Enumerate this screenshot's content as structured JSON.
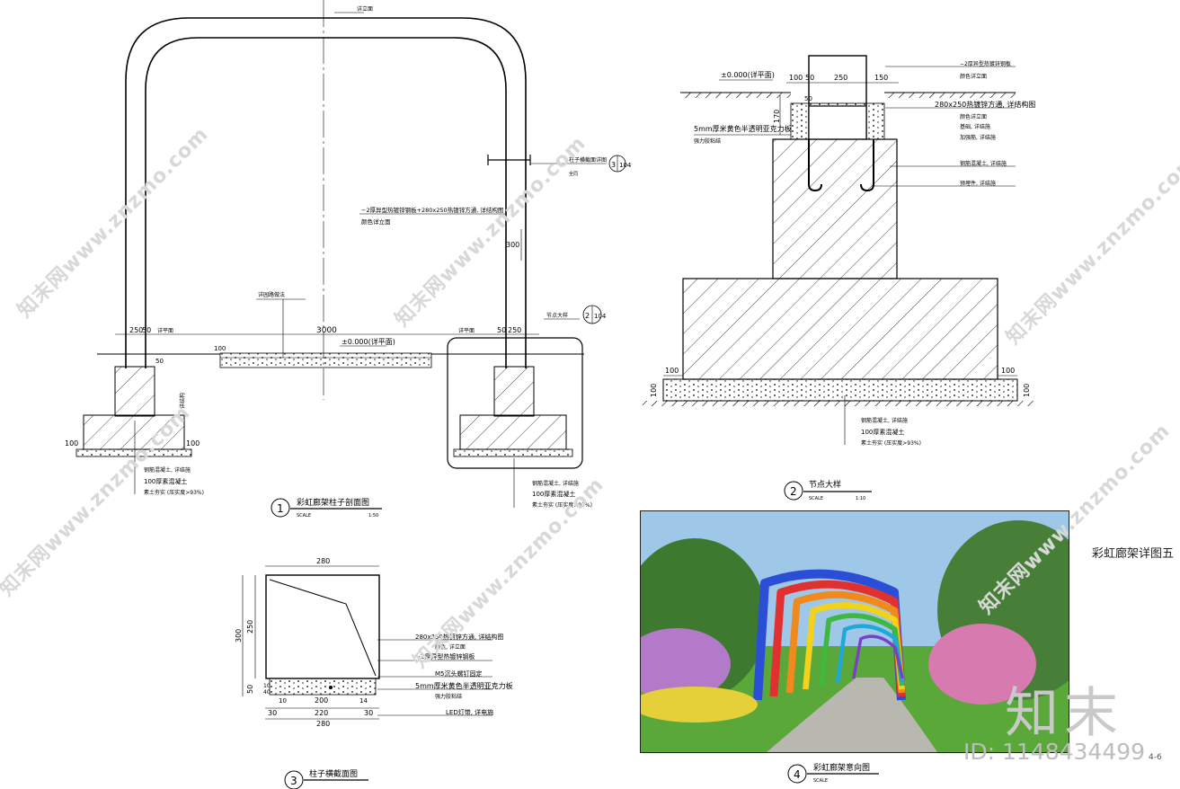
{
  "sheet": {
    "title": "彩虹廊架详图五",
    "logo": "知末",
    "id_text": "ID: 1148434499",
    "sheet_no": "4-6",
    "watermark": "知末网www.znzmo.com"
  },
  "views": {
    "v1": {
      "num": "1",
      "title": "彩虹廊架柱子剖面图",
      "scale_label": "SCALE",
      "scale": "1:50"
    },
    "v2": {
      "num": "2",
      "title": "节点大样",
      "scale_label": "SCALE",
      "scale": "1:10"
    },
    "v3": {
      "num": "3",
      "title": "柱子横截面图"
    },
    "v4": {
      "num": "4",
      "title": "彩虹廊架意向图",
      "scale_label": "SCALE"
    }
  },
  "section1": {
    "top_note": "详立面",
    "section_ref": "柱子横截面详图",
    "section_ref_num": "3",
    "section_ref_sheet": "104",
    "section_ref_sub": "全同",
    "pipe_note_1": "−2厚异型热镀锌钢板+280x250热镀锌方通, 详结构图",
    "pipe_note_2": "颜色详立面",
    "dim_300": "300",
    "paving_note": "详园路做法",
    "node_ref": "节点大样",
    "node_ref_num": "2",
    "node_ref_sheet": "104",
    "dim_left": "250",
    "dim_left_b": "50",
    "ground_l": "详平面",
    "ground_r": "详平面",
    "dim_3000": "3000",
    "level": "±0.000(详平面)",
    "dim_right_a": "50",
    "dim_right_b": "250",
    "dim_100_a": "100",
    "dim_50": "50",
    "vert_note": "详结构",
    "dim_100_b": "100",
    "dim_100_c": "100",
    "notes_left": [
      "钢筋混凝土, 详结施",
      "100厚素混凝土",
      "素土夯实 (压实度>93%)"
    ],
    "notes_right": [
      "钢筋混凝土, 详结施",
      "100厚素混凝土",
      "素土夯实 (压实度>93%)"
    ]
  },
  "node2": {
    "dim_100": "100",
    "dim_50": "50",
    "dim_250": "250",
    "dim_150": "150",
    "dim_50_b": "50",
    "dim_170": "170",
    "level": "±0.000(详平面)",
    "note_plate": "5mm厚米黄色半透明亚克力板",
    "note_plate_b": "强力胶粘结",
    "notes_right": [
      "−2厚异型热镀锌钢板",
      "颜色详立面",
      "280x250热镀锌方通, 详结构图",
      "颜色详立面",
      "基础, 详结施",
      "加强筋, 详结施",
      "钢筋混凝土, 详结施",
      "预埋件, 详结施"
    ],
    "dim_100_l": "100",
    "dim_100_r": "100",
    "dim_100_lv": "100",
    "dim_100_rv": "100",
    "notes_bottom": [
      "钢筋混凝土, 详结施",
      "100厚素混凝土",
      "素土夯实 (压实度>93%)"
    ]
  },
  "cross3": {
    "dim_top": "280",
    "dim_300": "300",
    "dim_250": "250",
    "dim_50": "50",
    "dim_10a": "10",
    "dim_40": "40",
    "dim_200": "200",
    "dim_10": "10",
    "dim_14": "14",
    "dim_30a": "30",
    "dim_220": "220",
    "dim_30b": "30",
    "dim_bottom": "280",
    "notes": [
      "280x250热镀锌方通, 详结构图",
      "颜色, 详立面",
      "−2厚异型热镀锌钢板",
      "M5沉头螺钉固定",
      "5mm厚米黄色半透明亚克力板",
      "强力胶粘结",
      "LED灯带, 详电施"
    ]
  },
  "rainbow_colors": [
    "#2a4fd6",
    "#e03030",
    "#f08a1c",
    "#f2d21a",
    "#3fb83f",
    "#1fa9d8",
    "#7a3fc6"
  ]
}
